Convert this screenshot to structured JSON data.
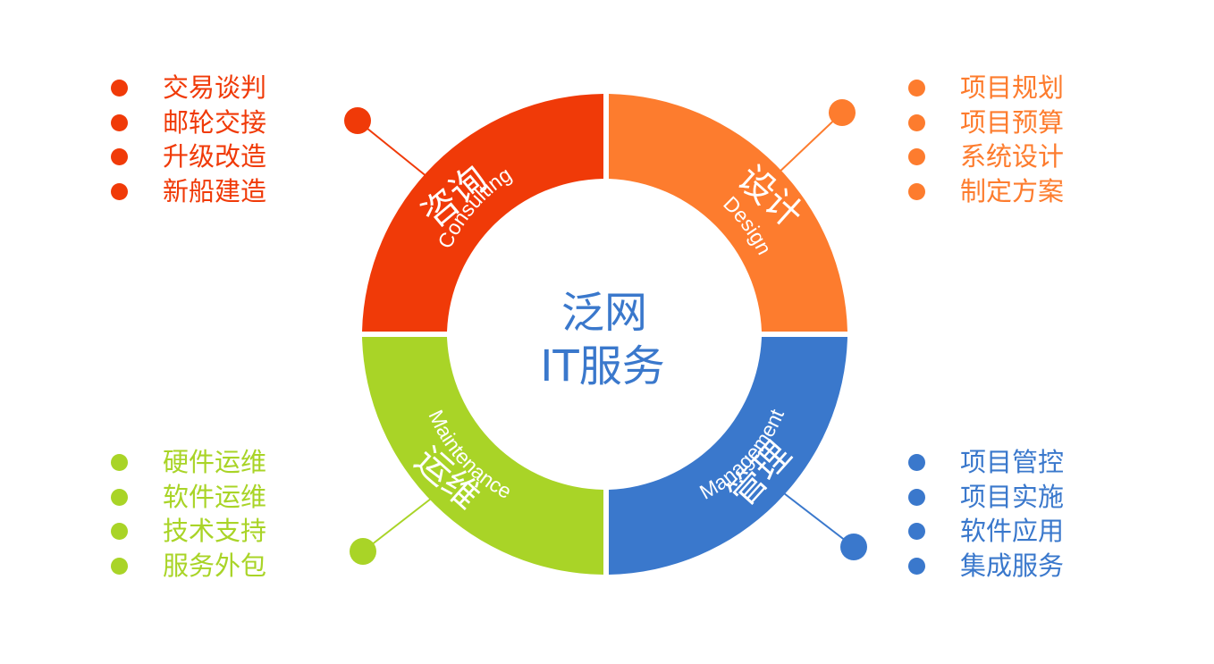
{
  "center": {
    "line1": "泛网",
    "line2": "IT服务",
    "color": "#3A78CC"
  },
  "segments": [
    {
      "id": "consulting",
      "cn": "咨询",
      "en": "Consulting",
      "color": "#F03A08",
      "items": [
        "交易谈判",
        "邮轮交接",
        "升级改造",
        "新船建造"
      ]
    },
    {
      "id": "design",
      "cn": "设计",
      "en": "Design",
      "color": "#FD7C2E",
      "items": [
        "项目规划",
        "项目预算",
        "系统设计",
        "制定方案"
      ]
    },
    {
      "id": "management",
      "cn": "管理",
      "en": "Management",
      "color": "#3A78CC",
      "items": [
        "项目管控",
        "项目实施",
        "软件应用",
        "集成服务"
      ]
    },
    {
      "id": "maintenance",
      "cn": "运维",
      "en": "Maintenance",
      "color": "#A9D427",
      "items": [
        "硬件运维",
        "软件运维",
        "技术支持",
        "服务外包"
      ]
    }
  ]
}
